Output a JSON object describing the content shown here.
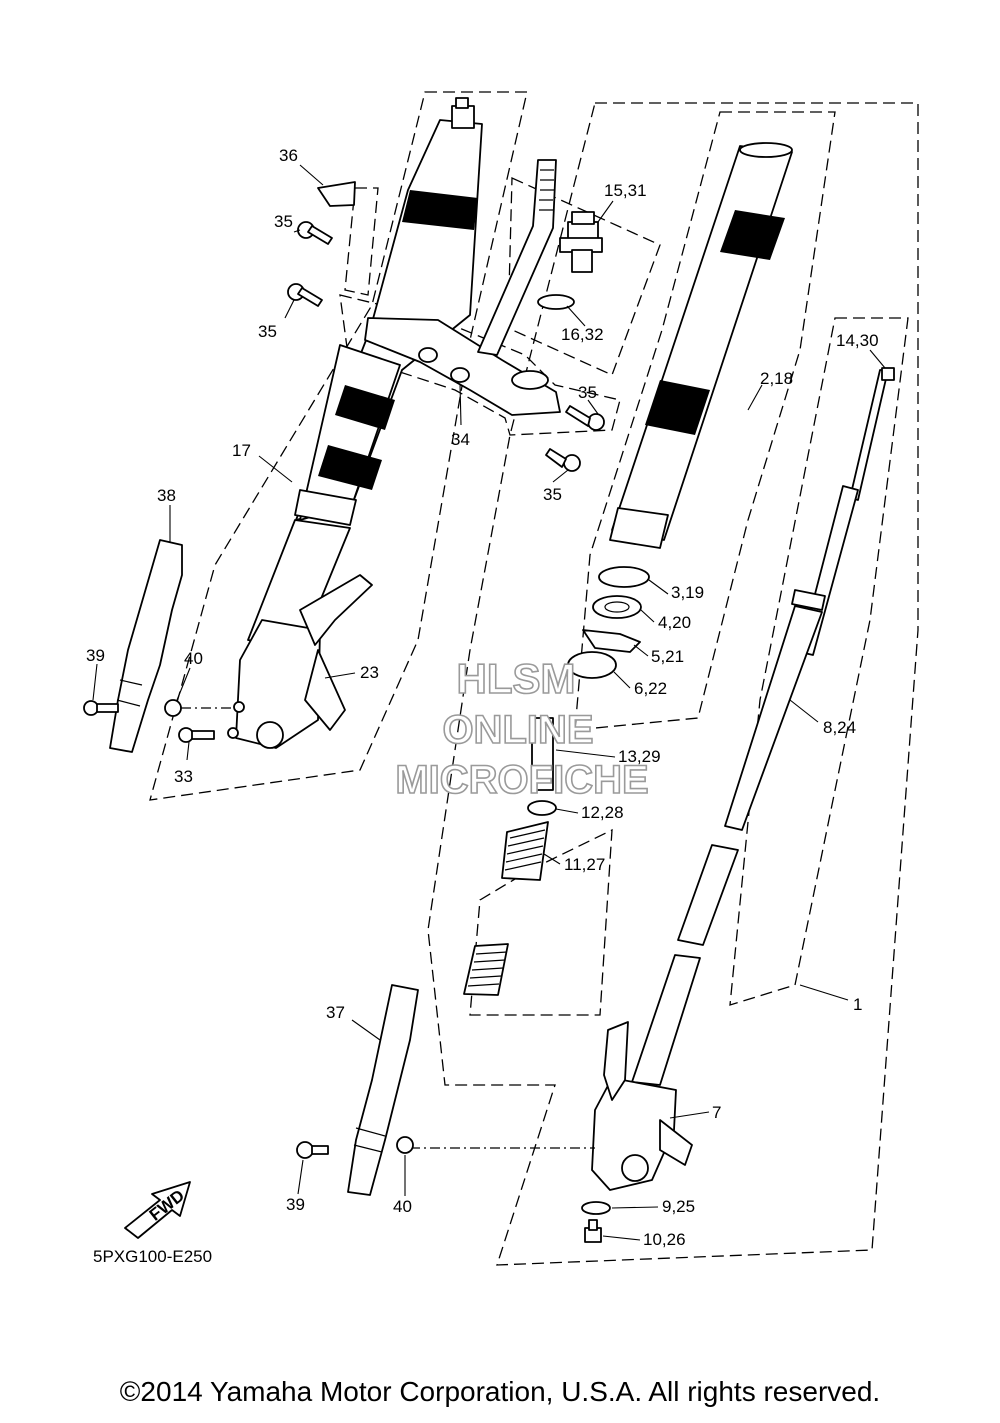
{
  "diagram": {
    "code": "5PXG100-E250",
    "fwd_label": "FWD",
    "watermark": [
      "HLSM",
      "ONLINE",
      "MICROFICHE"
    ],
    "copyright": "©2014 Yamaha Motor Corporation, U.S.A. All rights reserved.",
    "callouts": {
      "c36": "36",
      "c35a": "35",
      "c35b": "35",
      "c35c": "35",
      "c35d": "35",
      "c1531": "15,31",
      "c1632": "16,32",
      "c34": "34",
      "c17": "17",
      "c38": "38",
      "c39a": "39",
      "c40a": "40",
      "c23": "23",
      "c33": "33",
      "c1430": "14,30",
      "c218": "2,18",
      "c319": "3,19",
      "c420": "4,20",
      "c521": "5,21",
      "c622": "6,22",
      "c824": "8,24",
      "c1329": "13,29",
      "c1228": "12,28",
      "c1127": "11,27",
      "c1": "1",
      "c37": "37",
      "c7": "7",
      "c39b": "39",
      "c40b": "40",
      "c925": "9,25",
      "c1026": "10,26"
    }
  }
}
